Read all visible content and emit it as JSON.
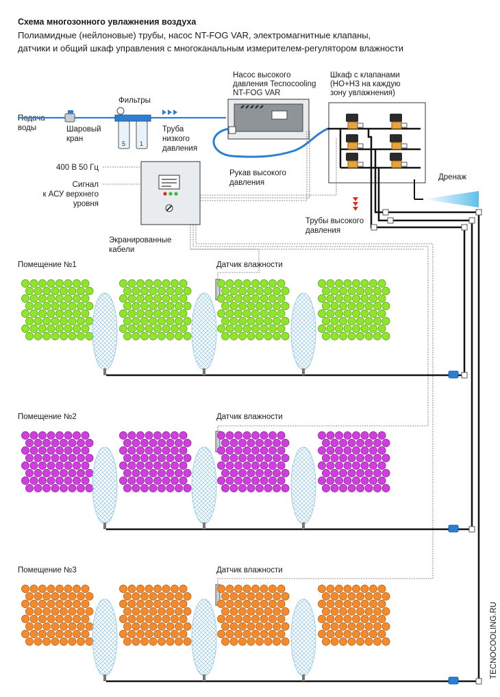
{
  "header": {
    "title": "Схема многозонного увлажнения воздуха",
    "subtitle_line1": "Полиамидные (нейлоновые) трубы, насос NT-FOG VAR, электромагнитные клапаны,",
    "subtitle_line2": "датчики и общий шкаф управления с многоканальным измерителем-регулятором влажности"
  },
  "labels": {
    "water_supply": [
      "Подача",
      "воды"
    ],
    "ball_valve": [
      "Шаровый",
      "кран"
    ],
    "filters": "Фильтры",
    "filter_marks": [
      "5",
      "1"
    ],
    "low_pressure_pipe": [
      "Труба",
      "низкого",
      "давления"
    ],
    "pump": [
      "Насос высокого",
      "давления Tecnocooling",
      "NT-FOG VAR"
    ],
    "valve_cabinet": [
      "Шкаф с клапанами",
      "(НО+НЗ на каждую",
      "зону увлажнения)"
    ],
    "hose": [
      "Рукав высокого",
      "давления"
    ],
    "power": "400 В 50 Гц",
    "signal": [
      "Сигнал",
      "к АСУ верхнего",
      "уровня"
    ],
    "drain": "Дренаж",
    "high_pressure_pipes": [
      "Трубы высокого",
      "давления"
    ],
    "shielded_cables": [
      "Экранированные",
      "кабели"
    ],
    "watermark": "TECNOCOOLING.RU"
  },
  "rooms": [
    {
      "name": "Помещение №1",
      "sensor": "Датчик влажности",
      "color": "#8ee62a",
      "stroke": "#5a9c12"
    },
    {
      "name": "Помещение №2",
      "sensor": "Датчик влажности",
      "color": "#d03ee0",
      "stroke": "#8a1d96"
    },
    {
      "name": "Помещение №3",
      "sensor": "Датчик влажности",
      "color": "#f58a2c",
      "stroke": "#b25a10"
    }
  ],
  "colors": {
    "pipe_low": "#2a7fd4",
    "pipe_high": "#111111",
    "mist": "#cfe6f5",
    "drain": "#5fc0ec",
    "arrow_red": "#e02a1a"
  }
}
